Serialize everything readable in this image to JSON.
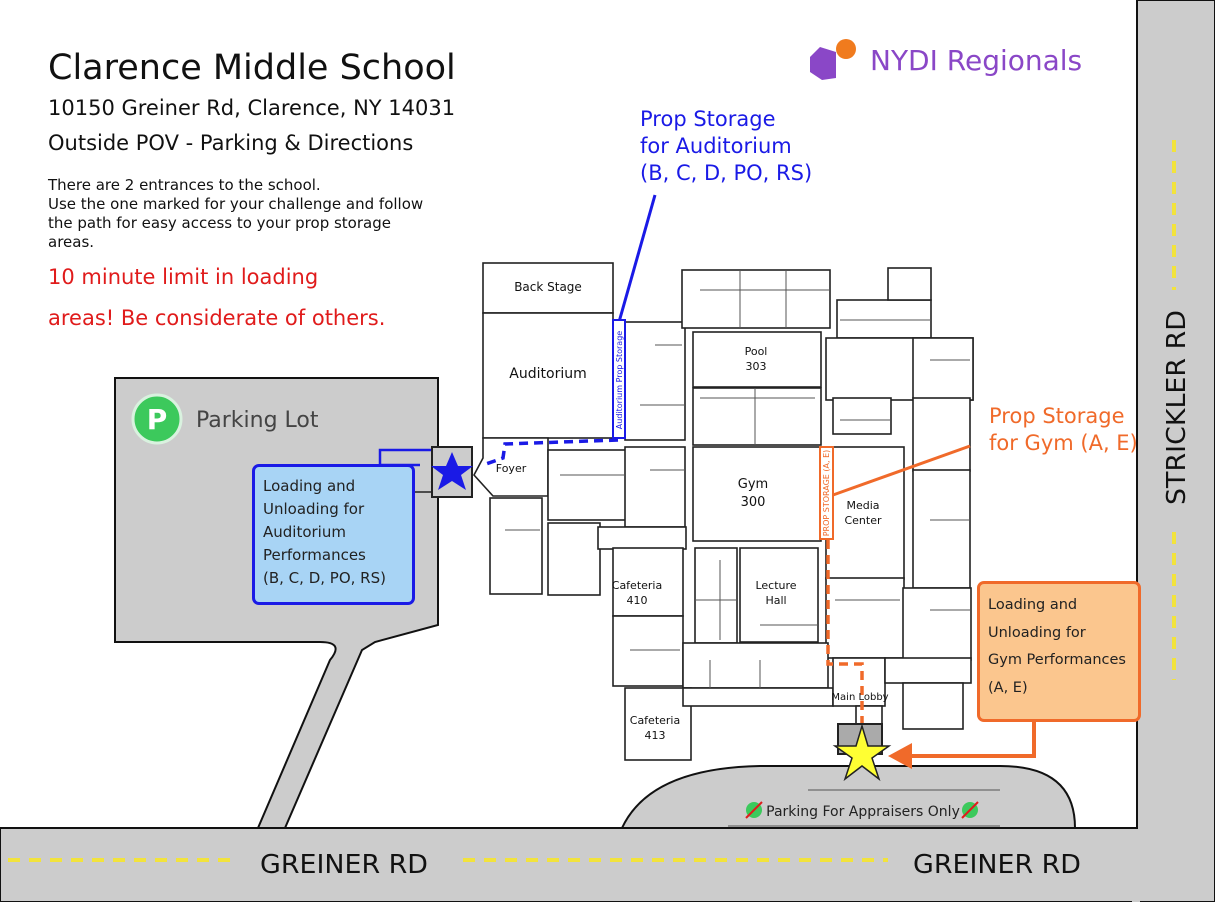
{
  "header": {
    "title": "Clarence Middle School",
    "address": "10150 Greiner Rd, Clarence, NY 14031",
    "subtitle": "Outside POV - Parking & Directions"
  },
  "intro": {
    "line1": "There are 2 entrances to the school.",
    "line2": "Use the one marked for your challenge and follow the path for easy access to your prop storage areas."
  },
  "warning": {
    "line1": "10 minute limit in loading",
    "line2": "areas! Be considerate of others."
  },
  "brand": {
    "name": "NYDI Regionals"
  },
  "parking": {
    "icon_letter": "P",
    "label": "Parking Lot"
  },
  "callouts": {
    "prop_auditorium": [
      "Prop Storage",
      "for Auditorium",
      "(B, C, D, PO, RS)"
    ],
    "prop_gym": [
      "Prop Storage",
      "for Gym (A, E)"
    ]
  },
  "loading": {
    "auditorium": [
      "Loading and",
      "Unloading for",
      "Auditorium",
      "Performances",
      "(B, C, D, PO, RS)"
    ],
    "gym": [
      "Loading and",
      "Unloading for",
      "Gym Performances",
      "(A, E)"
    ]
  },
  "rooms": {
    "back_stage": "Back Stage",
    "auditorium": "Auditorium",
    "auditorium_prop_storage": "Auditorium Prop Storage",
    "foyer": "Foyer",
    "pool": "Pool",
    "pool_num": "303",
    "gym": "Gym",
    "gym_num": "300",
    "gym_prop_storage": "PROP STORAGE (A, E)",
    "media_center_1": "Media",
    "media_center_2": "Center",
    "cafeteria_410": "Cafeteria",
    "cafeteria_410_num": "410",
    "cafeteria_413": "Cafeteria",
    "cafeteria_413_num": "413",
    "lecture_hall_1": "Lecture",
    "lecture_hall_2": "Hall",
    "main_lobby": "Main Lobby"
  },
  "roads": {
    "greiner_left": "GREINER RD",
    "greiner_right": "GREINER RD",
    "strickler": "STRICKLER RD"
  },
  "appraisers_parking": "Parking For Appraisers Only",
  "colors": {
    "road": "#cccccc",
    "auditorium_route": "#1a1ae6",
    "gym_route": "#f06a2a",
    "loading_auditorium_fill": "#a8d4f5",
    "loading_gym_fill": "#fbc68e",
    "warning": "#e01b1b",
    "brand": "#8a47c7",
    "parking_green": "#3cc95c",
    "star_yellow": "#ffff33"
  }
}
